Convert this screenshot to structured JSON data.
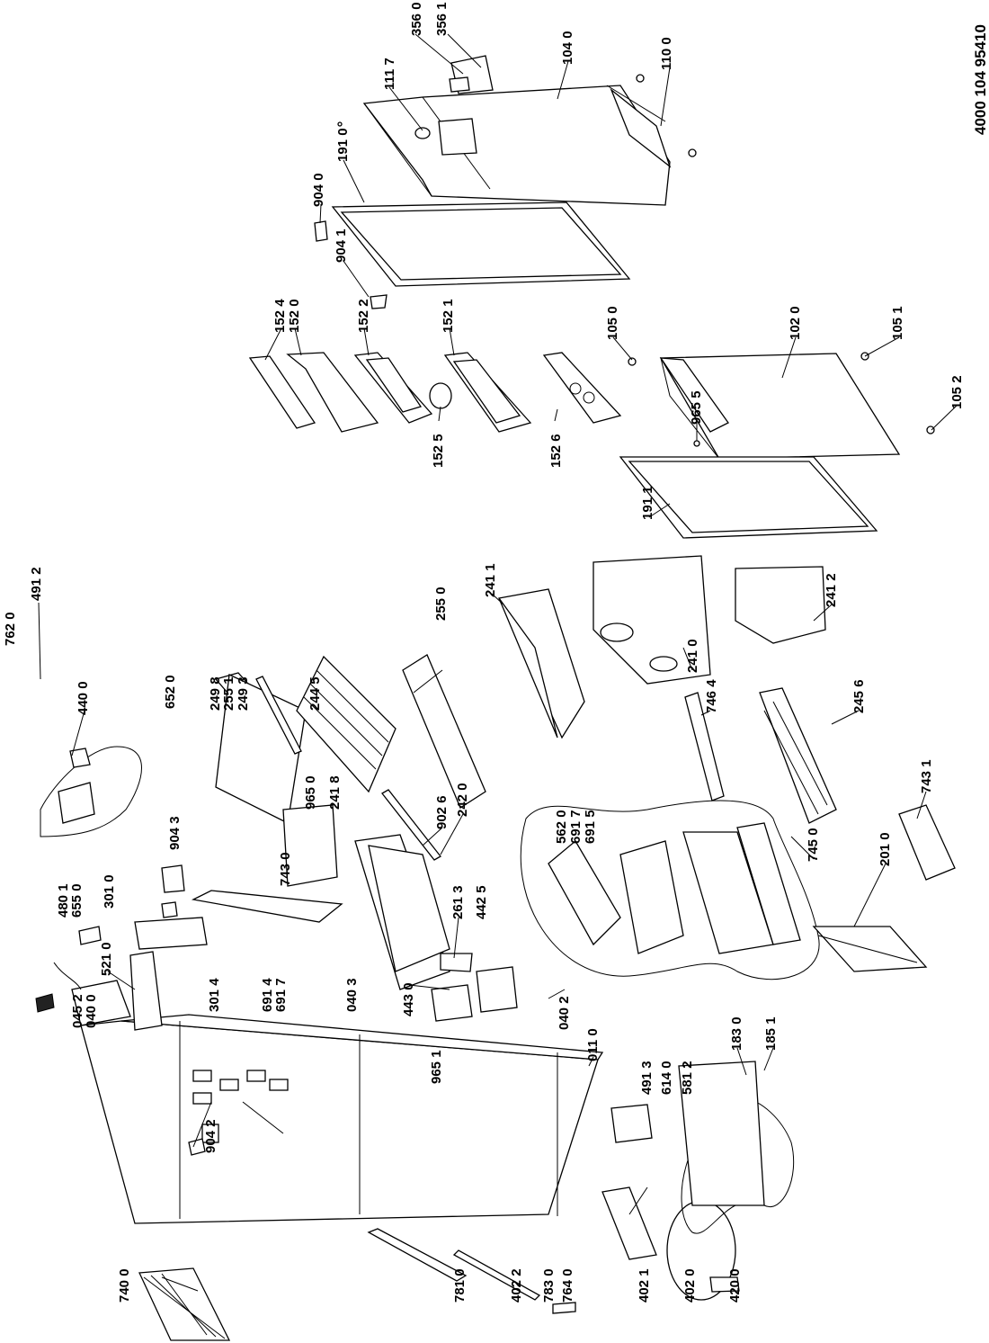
{
  "document_number": "4000 104 95410",
  "labels": [
    "356 0",
    "356 1",
    "111 7",
    "104 0",
    "110 0",
    "191 0",
    "904 0",
    "904 1",
    "152 4",
    "152 0",
    "152 2",
    "152 1",
    "152 5",
    "152 6",
    "105 0",
    "102 0",
    "105 1",
    "965 5",
    "105 2",
    "191 1",
    "491 2",
    "762 0",
    "440 0",
    "652 0",
    "249 8",
    "255 1",
    "249 3",
    "244 5",
    "255 0",
    "241 1",
    "241 0",
    "241 2",
    "746 4",
    "245 6",
    "743 1",
    "480 1",
    "655 0",
    "301 0",
    "904 3",
    "521 0",
    "045 2",
    "040 0",
    "301 4",
    "691 4",
    "691 7",
    "743 0",
    "965 0",
    "241 8",
    "902 6",
    "242 0",
    "040 3",
    "261 3",
    "442 5",
    "443 0",
    "562 0",
    "691 7",
    "691 5",
    "745 0",
    "201 0",
    "040 2",
    "965 1",
    "011 0",
    "491 3",
    "614 0",
    "581 2",
    "183 0",
    "185 1",
    "904 2",
    "740 0",
    "781 0",
    "402 2",
    "783 0",
    "764 0",
    "402 1",
    "402 0",
    "420 0"
  ]
}
